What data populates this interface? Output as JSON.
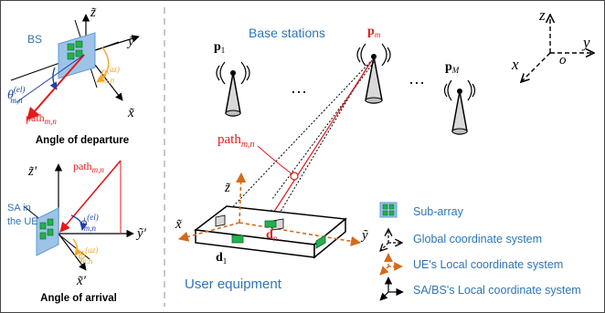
{
  "panels": {
    "departure": {
      "caption": "Angle of departure",
      "bs_label": "BS",
      "z_axis": "z̃",
      "y_axis": "ỹ",
      "x_axis": "x̃",
      "path_label": "path",
      "path_sub": "m,n",
      "theta_el": "θ",
      "theta_el_sup": "(el)",
      "theta_el_sub": "m,n",
      "theta_az": "θ",
      "theta_az_sup": "(az)",
      "theta_az_sub": "m,n"
    },
    "arrival": {
      "caption": "Angle of arrival",
      "sa_label_line1": "SA in",
      "sa_label_line2": "the UE",
      "z_axis": "z̃′",
      "y_axis": "ỹ′",
      "x_axis": "x̃′",
      "path_label": "path",
      "path_sub": "m,n",
      "phi_el": "ϕ",
      "phi_el_sup": "(el)",
      "phi_el_sub": "m,n",
      "phi_az": "ϕ",
      "phi_az_sup": "(az)",
      "phi_az_sub": "m,n"
    }
  },
  "scene": {
    "base_stations_title": "Base stations",
    "p1": "p",
    "p1_sub": "1",
    "pm": "p",
    "pm_sub": "m",
    "pM": "p",
    "pM_sub": "M",
    "ellipsis": "…",
    "path_label": "path",
    "path_sub": "m,n",
    "ue_title": "User equipment",
    "d1": "d",
    "d1_sub": "1",
    "dn": "d",
    "dn_sub": "n",
    "ue_x": "x̃",
    "ue_y": "ỹ",
    "ue_z": "z̃"
  },
  "global_axes": {
    "z": "z",
    "y": "y",
    "x": "x",
    "o": "o"
  },
  "legend": [
    {
      "label": "Sub-array"
    },
    {
      "label": "Global coordinate system"
    },
    {
      "label": "UE's Local coordinate system"
    },
    {
      "label": "SA/BS's Local coordinate system"
    }
  ],
  "colors": {
    "blue_text": "#2e75b6",
    "red": "#e31a1c",
    "orange": "#f5a623",
    "ue_axis_orange": "#d46a1a",
    "subarray_green": "#22b14c",
    "subarray_panel": "#9dc3e6",
    "dark_blue": "#1f3fa8"
  }
}
